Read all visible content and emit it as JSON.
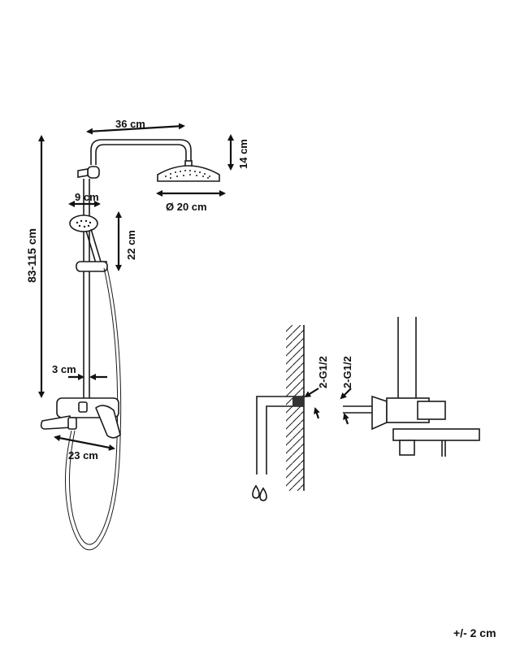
{
  "dimensions": {
    "arm_width": "36 cm",
    "rain_head_height": "14 cm",
    "rain_head_diameter": "Ø 20 cm",
    "hand_shower_width": "9 cm",
    "hand_shower_height": "22 cm",
    "total_height": "83-115 cm",
    "pipe_offset": "3 cm",
    "mixer_width": "23 cm",
    "connection_top": "2-G1/2",
    "connection_side": "2-G1/2"
  },
  "tolerance": "+/- 2 cm"
}
